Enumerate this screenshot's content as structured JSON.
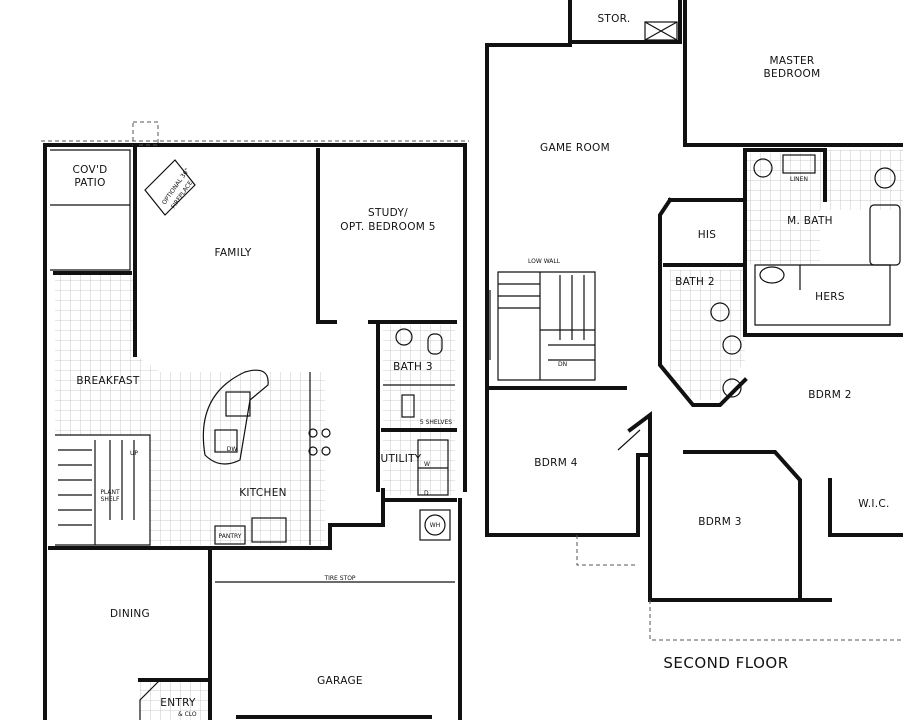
{
  "first_floor": {
    "rooms": {
      "covd_patio": [
        "COV'D",
        "PATIO"
      ],
      "family": "FAMILY",
      "study": [
        "STUDY/",
        "OPT. BEDROOM 5"
      ],
      "breakfast": "BREAKFAST",
      "kitchen": "KITCHEN",
      "bath3": "BATH 3",
      "utility": "UTILITY",
      "dining": "DINING",
      "entry": "ENTRY",
      "garage": "GARAGE",
      "pantry": "PANTRY"
    },
    "notes": {
      "fireplace": [
        "OPTIONAL 36\"",
        "FIREPLACE"
      ],
      "plant_shelf": [
        "PLANT",
        "SHELF"
      ],
      "shelves": "5 SHELVES",
      "tire_stop": "TIRE STOP",
      "dw": "DW",
      "wh": "WH",
      "w": "W",
      "d": "D",
      "up": "UP",
      "coat_closet": "& CLO"
    }
  },
  "second_floor": {
    "title": "SECOND FLOOR",
    "rooms": {
      "stor": "STOR.",
      "master": [
        "MASTER",
        "BEDROOM"
      ],
      "game_room": "GAME ROOM",
      "his": "HIS",
      "m_bath": "M. BATH",
      "linen": "LINEN",
      "bath2": "BATH 2",
      "hers": "HERS",
      "bdrm2": "BDRM 2",
      "bdrm4": "BDRM 4",
      "bdrm3": "BDRM 3",
      "wic": "W.I.C."
    },
    "notes": {
      "low_wall": "LOW WALL",
      "dn": "DN"
    }
  },
  "colors": {
    "wall": "#111111",
    "tile": "#cfcfcf",
    "background": "#ffffff"
  }
}
